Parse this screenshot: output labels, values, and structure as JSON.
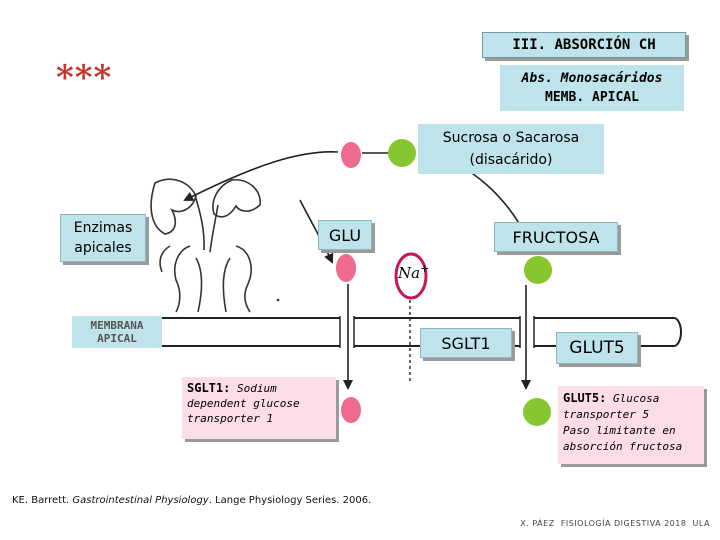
{
  "header": {
    "title": "III. ABSORCIÓN CH",
    "stars": "***",
    "subtitle_line1": "Abs. Monosacáridos",
    "subtitle_line2": "MEMB. APICAL"
  },
  "labels": {
    "sucrose_line1": "Sucrosa o Sacarosa",
    "sucrose_line2": "(disacárido)",
    "enzymes_line1": "Enzimas",
    "enzymes_line2": "apicales",
    "glu": "GLU",
    "fructosa": "FRUCTOSA",
    "membrana_line1": "MEMBRANA",
    "membrana_line2": "APICAL",
    "sglt1": "SGLT1",
    "glut5": "GLUT5",
    "na_symbol": "Na",
    "na_plus": "+"
  },
  "notes": {
    "sglt1_term": "SGLT1:",
    "sglt1_desc_1": "Sodium",
    "sglt1_desc_2": "dependent glucose",
    "sglt1_desc_3": "transporter 1",
    "glut5_term": "GLUT5:",
    "glut5_desc_1": "Glucosa",
    "glut5_desc_2": "transporter 5",
    "glut5_desc_3": "Paso limitante en",
    "glut5_desc_4": "absorción fructosa"
  },
  "citation": {
    "prefix": "KE. Barrett. ",
    "book": "Gastrointestinal Physiology",
    "suffix": ". Lange Physiology Series. 2006."
  },
  "footer": "X. PÁEZ  FISIOLOGÍA DIGESTIVA 2018  ULA",
  "colors": {
    "glucose": "#ee6a8f",
    "fructose": "#86c62f",
    "star": "#c0392b",
    "box": "#bfe3ea",
    "note_pink": "#fcdce6",
    "na_ring": "#c2185b"
  }
}
